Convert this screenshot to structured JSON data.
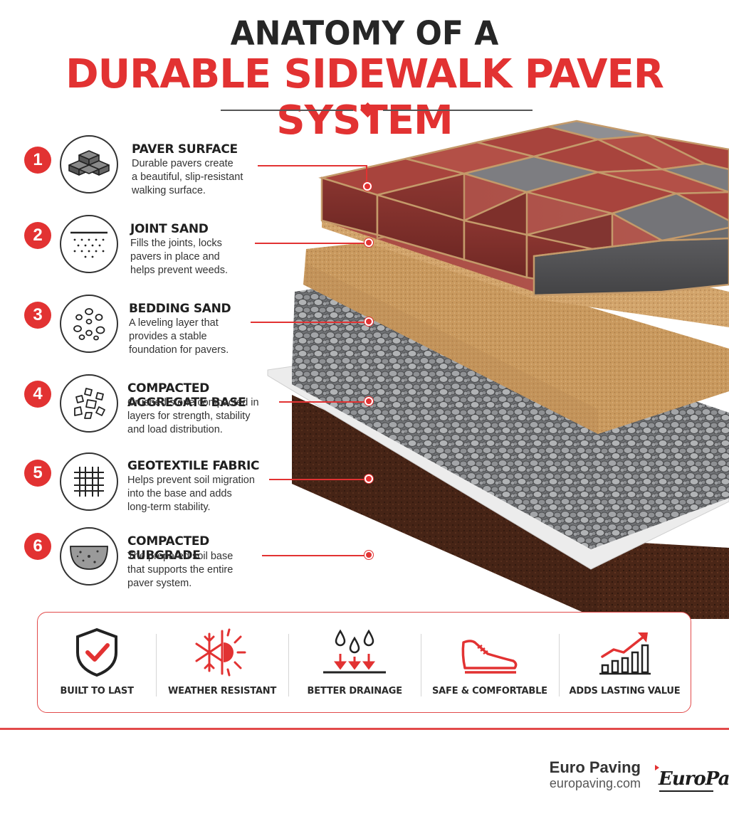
{
  "header": {
    "title_line1": "ANATOMY OF A",
    "title_line2": "DURABLE SIDEWALK PAVER SYSTEM"
  },
  "layers": [
    {
      "number": "1",
      "title": "PAVER SURFACE",
      "icon": "paver-blocks-icon",
      "description": [
        "Durable pavers create",
        "a beautiful, slip-resistant",
        "walking surface."
      ]
    },
    {
      "number": "2",
      "title": "JOINT SAND",
      "icon": "sand-dots-icon",
      "description": [
        "Fills the joints, locks",
        "pavers in place and",
        "helps prevent weeds."
      ]
    },
    {
      "number": "3",
      "title": "BEDDING SAND",
      "icon": "pebbles-icon",
      "description": [
        "A leveling layer that",
        "provides a stable",
        "foundation for pavers."
      ]
    },
    {
      "number": "4",
      "title": "COMPACTED AGGREGATE BASE",
      "icon": "crushed-stone-icon",
      "description": [
        "Crushed stone compacted in",
        "layers for strength, stability",
        "and load distribution."
      ]
    },
    {
      "number": "5",
      "title": "GEOTEXTILE FABRIC",
      "icon": "woven-fabric-icon",
      "description": [
        "Helps prevent soil migration",
        "into the base and adds",
        "long-term stability."
      ]
    },
    {
      "number": "6",
      "title": "COMPACTED SUBGRADE",
      "icon": "soil-bowl-icon",
      "description": [
        "The prepared soil base",
        "that supports the entire",
        "paver system."
      ]
    }
  ],
  "benefits": [
    {
      "label": "BUILT TO LAST",
      "icon": "shield-check-icon"
    },
    {
      "label": "WEATHER RESISTANT",
      "icon": "snowflake-sun-icon"
    },
    {
      "label": "BETTER DRAINAGE",
      "icon": "water-drops-icon"
    },
    {
      "label": "SAFE & COMFORTABLE",
      "icon": "shoe-icon"
    },
    {
      "label": "ADDS LASTING VALUE",
      "icon": "growth-chart-icon"
    }
  ],
  "footer": {
    "company": "Euro Paving",
    "website": "europaving.com",
    "logo_text": "EuroPa"
  },
  "colors": {
    "accent": "#e23232",
    "title_dark": "#262626",
    "paver_red": "#8e3b35",
    "paver_gray": "#5f5f62",
    "sand": "#c89b62",
    "gravel": "#7d7f82",
    "fabric": "#ececec",
    "soil": "#4a2617"
  }
}
